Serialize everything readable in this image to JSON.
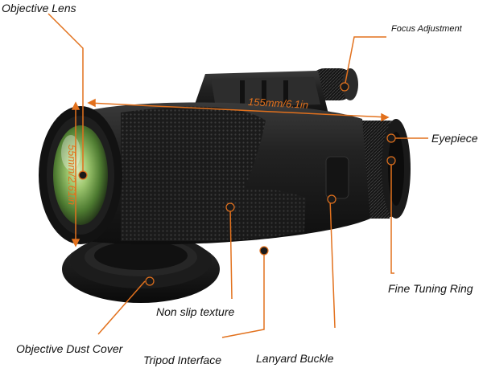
{
  "colors": {
    "callout": "#e2711d",
    "body": "#1b1b1b",
    "lens_glass": "#8fbf6a",
    "background": "#ffffff"
  },
  "labels": {
    "objective_lens": "Objective Lens",
    "focus_adjustment": "Focus Adjustment",
    "eyepiece": "Eyepiece",
    "fine_tuning_ring": "Fine Tuning Ring",
    "non_slip_texture": "Non slip texture",
    "objective_dust_cover": "Objective Dust Cover",
    "tripod_interface": "Tripod Interface",
    "lanyard_buckle": "Lanyard Buckle"
  },
  "dimensions": {
    "length": "155mm/6.1in",
    "diameter": "55mm/2.61in"
  }
}
